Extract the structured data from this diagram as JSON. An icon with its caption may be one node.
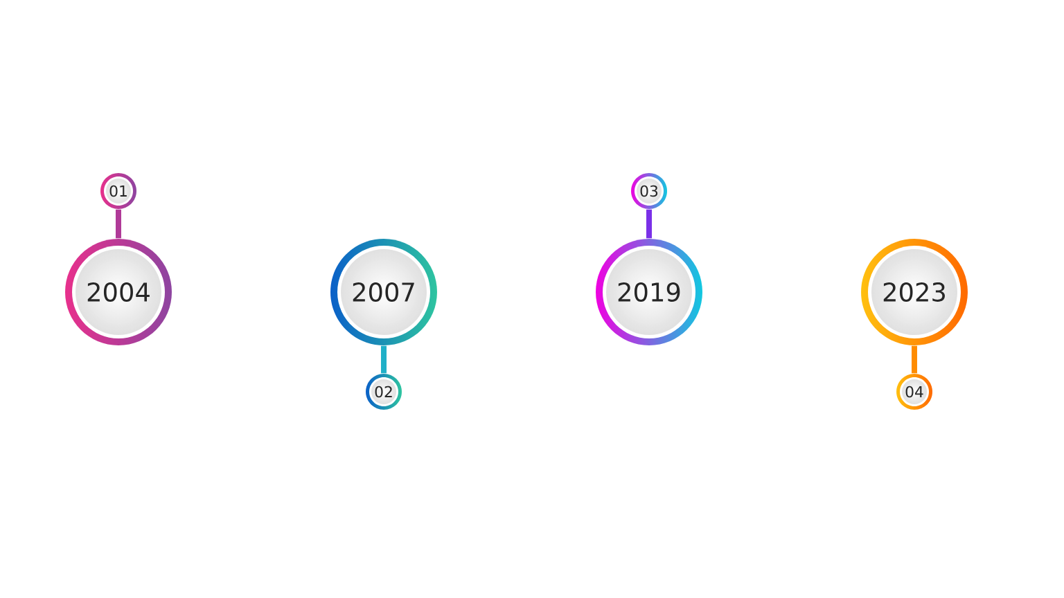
{
  "diagram": {
    "nodes": [
      {
        "text": [
          "01"
        ]
      },
      {
        "text": [
          "2004"
        ]
      },
      {
        "text": [
          "2007"
        ]
      },
      {
        "text": [
          "02"
        ]
      },
      {
        "text": [
          "03"
        ]
      },
      {
        "text": [
          "2019"
        ]
      },
      {
        "text": [
          "2023"
        ]
      },
      {
        "text": [
          "04"
        ]
      }
    ],
    "edges": [
      {
        "from": 0,
        "to": 1,
        "arrow": "none",
        "color": "#b03a98"
      },
      {
        "from": 2,
        "to": 3,
        "arrow": "none",
        "color": "#20b0c8"
      },
      {
        "from": 4,
        "to": 5,
        "arrow": "none",
        "color": "#7a30e8"
      },
      {
        "from": 6,
        "to": 7,
        "arrow": "none",
        "color": "#ff8c00"
      }
    ]
  }
}
